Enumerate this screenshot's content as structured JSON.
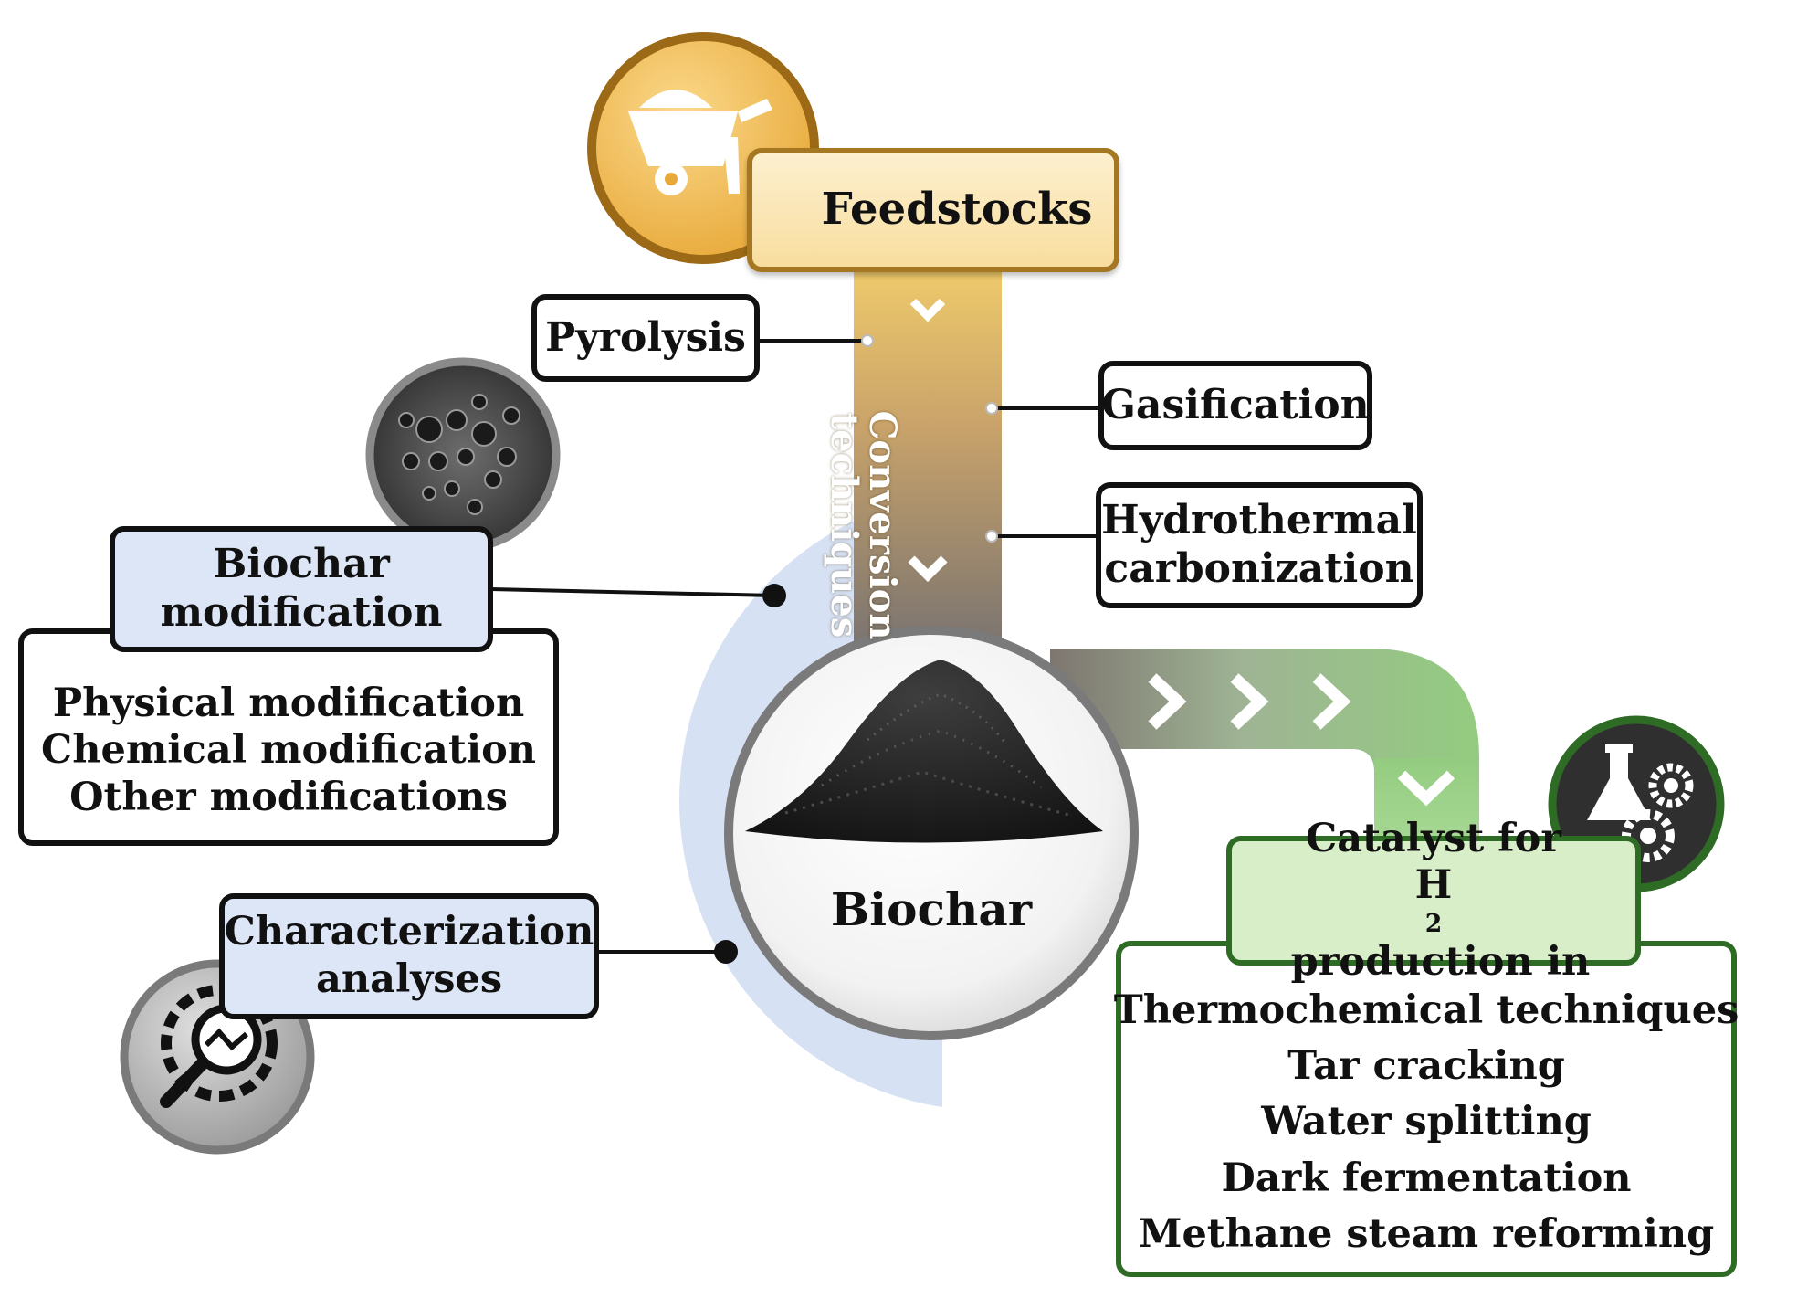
{
  "feedstocks": {
    "label": "Feedstocks"
  },
  "conversion": {
    "line1": "Conversion",
    "line2": "techniques"
  },
  "techniques": {
    "pyrolysis": "Pyrolysis",
    "gasification": "Gasification",
    "htc_line1": "Hydrothermal",
    "htc_line2": "carbonization"
  },
  "center": {
    "label": "Biochar"
  },
  "modification": {
    "title_line1": "Biochar",
    "title_line2": "modification",
    "items": [
      "Physical modification",
      "Chemical modification",
      "Other modifications"
    ]
  },
  "characterization": {
    "line1": "Characterization",
    "line2": "analyses"
  },
  "catalyst": {
    "title_line1": "Catalyst for",
    "title_prefix": "H",
    "title_subscript": "2",
    "title_suffix": " production in",
    "items": [
      "Thermochemical techniques",
      "Tar cracking",
      "Water splitting",
      "Dark fermentation",
      "Methane steam reforming"
    ]
  },
  "icons": [
    "wheelbarrow-icon",
    "sem-micrograph-icon",
    "biochar-pile-icon",
    "flask-gears-icon",
    "magnifier-gear-icon"
  ],
  "colors": {
    "feedstock_gold": "#c8901f",
    "feedstock_fill": "#f8dd9e",
    "pathway_grey": "#7d7670",
    "catalyst_green": "#2e6b25",
    "catalyst_fill": "#d7eec9",
    "modification_blue": "#dde6f6",
    "arc_blue": "#cfdcf1"
  }
}
